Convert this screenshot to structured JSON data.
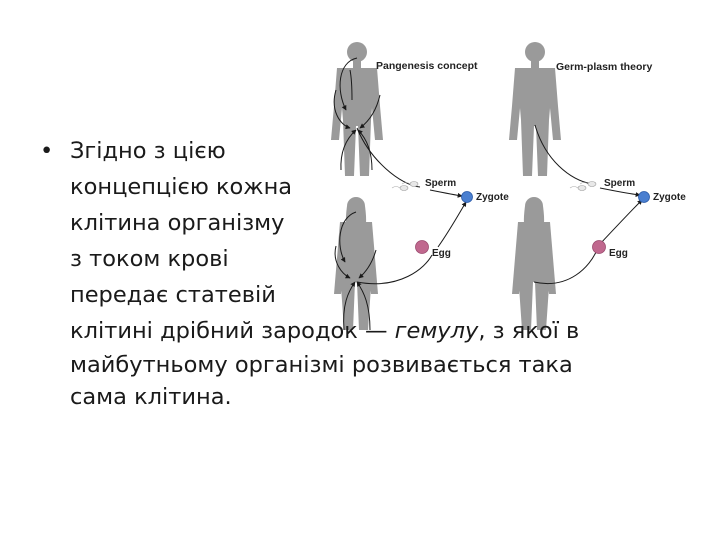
{
  "figure": {
    "pangenesis_title": "Pangenesis concept",
    "germplasm_title": "Germ-plasm theory",
    "sperm_label_left": "Sperm",
    "zygote_label_left": "Zygote",
    "egg_label_left": "Egg",
    "sperm_label_right": "Sperm",
    "zygote_label_right": "Zygote",
    "egg_label_right": "Egg",
    "colors": {
      "body": "#9a9a9a",
      "zygote": "#4a7fd0",
      "egg": "#c0688e",
      "arrow": "#1a1a1a"
    }
  },
  "bullet": {
    "symbol": "•",
    "line1": "Згідно з цією",
    "line2": "концепцією кожна",
    "line3": "клітина організму",
    "line4": "з током крові",
    "line5": "передає статевій",
    "line6_a": "клітині дрібний зародок — ",
    "line6_em": "гемулу",
    "line6_b": ", з якої в",
    "line7": "майбутньому організмі розвивається така",
    "line8": "сама клітина."
  }
}
